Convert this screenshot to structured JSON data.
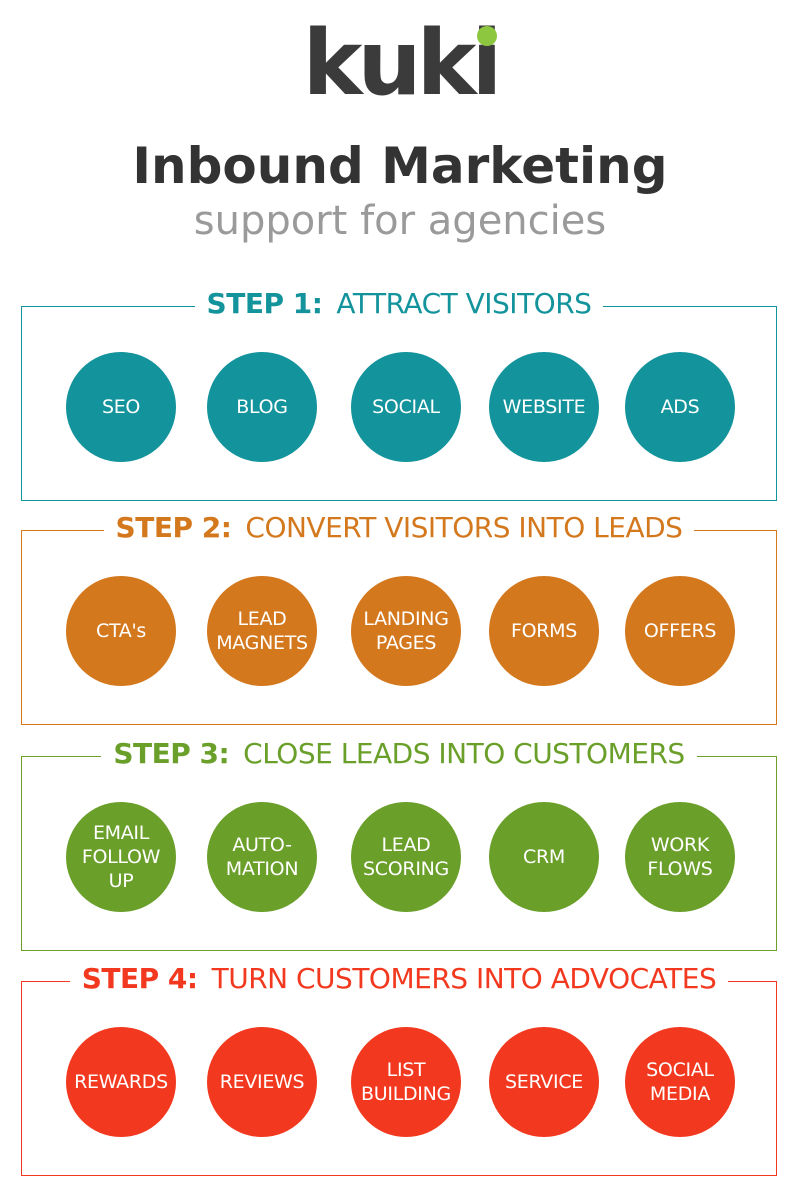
{
  "logo": {
    "text": "kuki",
    "dot_color": "#8dc63f",
    "text_color": "#3b3b3b"
  },
  "title": "Inbound Marketing",
  "subtitle": "support for agencies",
  "steps": [
    {
      "label": "STEP 1:",
      "heading": "ATTRACT VISITORS",
      "color": "#13939b",
      "items": [
        "SEO",
        "BLOG",
        "SOCIAL",
        "WEBSITE",
        "ADS"
      ]
    },
    {
      "label": "STEP 2:",
      "heading": "CONVERT VISITORS INTO LEADS",
      "color": "#d4781e",
      "items": [
        "CTA's",
        "LEAD\nMAGNETS",
        "LANDING\nPAGES",
        "FORMS",
        "OFFERS"
      ]
    },
    {
      "label": "STEP 3:",
      "heading": "CLOSE LEADS INTO CUSTOMERS",
      "color": "#6a9f2a",
      "items": [
        "EMAIL\nFOLLOW\nUP",
        "AUTO-\nMATION",
        "LEAD\nSCORING",
        "CRM",
        "WORK\nFLOWS"
      ]
    },
    {
      "label": "STEP 4:",
      "heading": "TURN CUSTOMERS INTO ADVOCATES",
      "color": "#f2391f",
      "items": [
        "REWARDS",
        "REVIEWS",
        "LIST\nBUILDING",
        "SERVICE",
        "SOCIAL\nMEDIA"
      ]
    }
  ]
}
